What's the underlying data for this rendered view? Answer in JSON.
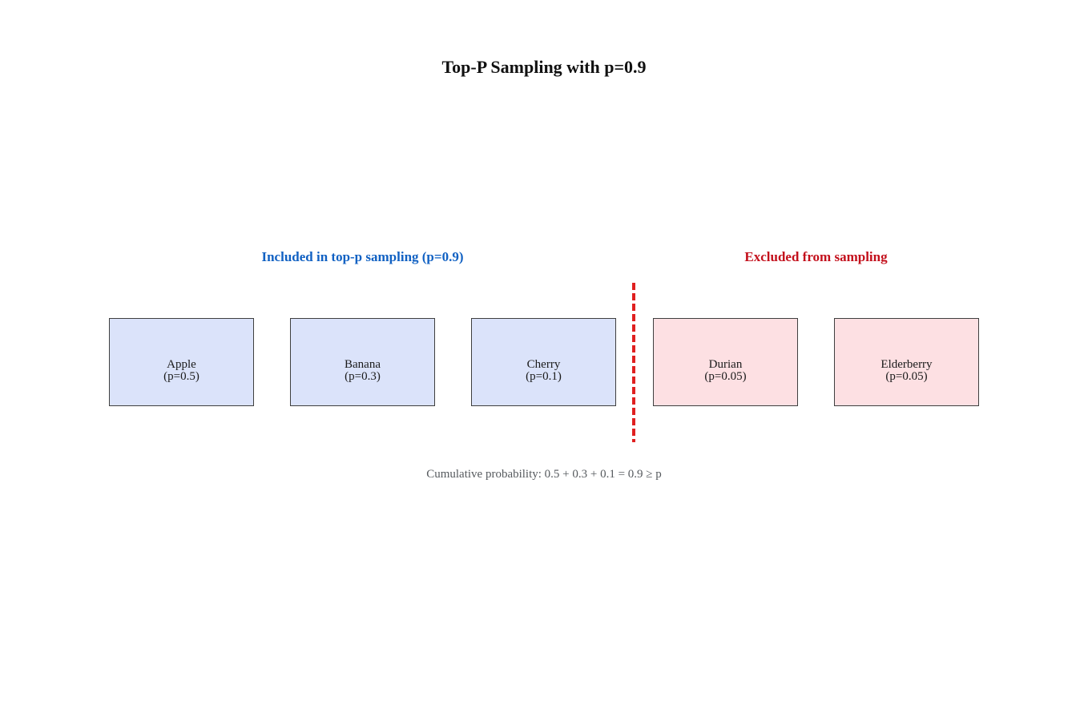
{
  "title": "Top-P Sampling with p=0.9",
  "threshold_p": 0.9,
  "sections": {
    "included": {
      "label": "Included in top-p sampling (p=0.9)"
    },
    "excluded": {
      "label": "Excluded from sampling"
    }
  },
  "tokens": [
    {
      "name": "Apple",
      "prob_label": "(p=0.5)",
      "p": 0.5,
      "group": "included"
    },
    {
      "name": "Banana",
      "prob_label": "(p=0.3)",
      "p": 0.3,
      "group": "included"
    },
    {
      "name": "Cherry",
      "prob_label": "(p=0.1)",
      "p": 0.1,
      "group": "included"
    },
    {
      "name": "Durian",
      "prob_label": "(p=0.05)",
      "p": 0.05,
      "group": "excluded"
    },
    {
      "name": "Elderberry",
      "prob_label": "(p=0.05)",
      "p": 0.05,
      "group": "excluded"
    }
  ],
  "caption": "Cumulative probability: 0.5 + 0.3 + 0.1 = 0.9 ≥ p",
  "colors": {
    "included_box_fill": "#dbe3fa",
    "excluded_box_fill": "#fde0e3",
    "box_border": "#3f3f3f",
    "cutoff_divider": "#e02020",
    "included_label_text": "#1161c3",
    "excluded_label_text": "#c3101c",
    "title_text": "#111111",
    "caption_text": "#565a5e",
    "background": "#ffffff"
  }
}
